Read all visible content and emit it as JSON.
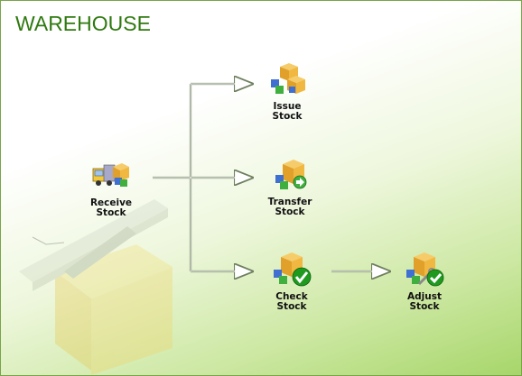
{
  "header": {
    "title": "WAREHOUSE"
  },
  "nodes": {
    "receive": {
      "line1": "Receive",
      "line2": "Stock",
      "icon": "truck-boxes-icon"
    },
    "issue": {
      "line1": "Issue",
      "line2": "Stock",
      "icon": "stacked-boxes-icon"
    },
    "transfer": {
      "line1": "Transfer",
      "line2": "Stock",
      "icon": "box-transfer-arrow-icon"
    },
    "check": {
      "line1": "Check",
      "line2": "Stock",
      "icon": "boxes-checkmark-icon"
    },
    "adjust": {
      "line1": "Adjust",
      "line2": "Stock",
      "icon": "boxes-wrench-checkmark-icon"
    }
  },
  "colors": {
    "title": "#2f7a10",
    "border": "#7aa34a",
    "check_green": "#1f9a1f",
    "box_orange": "#e7a72a"
  }
}
